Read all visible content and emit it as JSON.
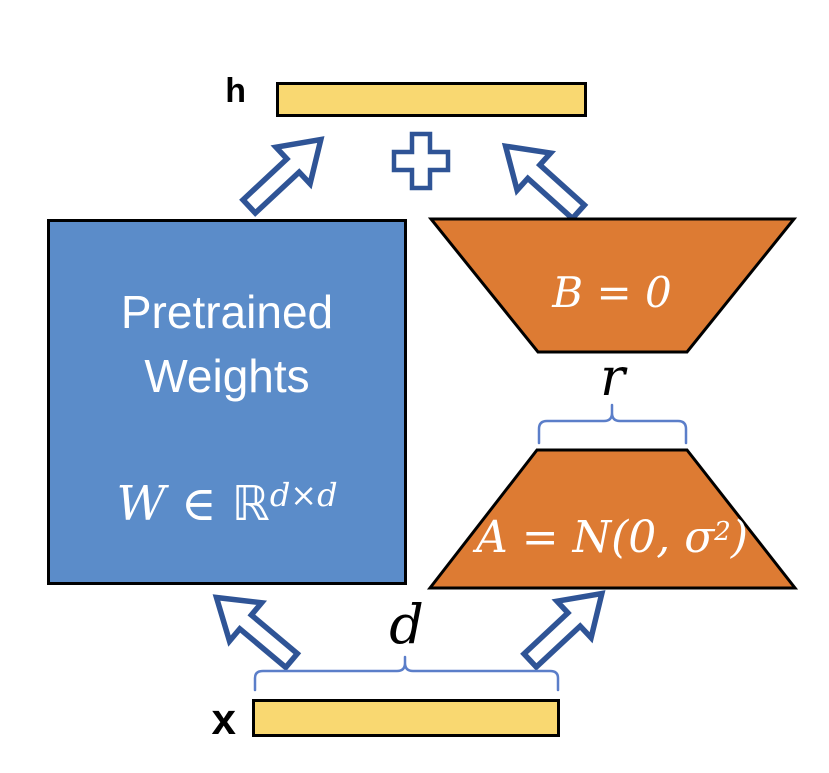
{
  "page": {
    "background": "#FFFFFF"
  },
  "diagram": {
    "output_vector": {
      "label": "h"
    },
    "input_vector": {
      "label": "x"
    },
    "dims": {
      "rank_label": "r",
      "width_label": "d"
    },
    "pretrained_box": {
      "line1": "Pretrained",
      "line2": "Weights",
      "formula_base": "W ∈ ℝ",
      "formula_sup": "d×d"
    },
    "matrix_b": {
      "formula": "B = 0"
    },
    "matrix_a": {
      "formula_base": "A = N(0, σ",
      "formula_sup": "2",
      "formula_close": ")"
    },
    "icons": {
      "plus": "+",
      "arrow_style": "hollow-block-arrow",
      "brace_style": "dimension-brace"
    },
    "colors": {
      "pretrained_fill": "#5B8CC9",
      "lora_fill": "#DD7B33",
      "vector_fill": "#F9D871",
      "shape_outline": "#000000",
      "arrow_stroke": "#2F5496",
      "brace_stroke": "#5B7EC9",
      "text_on_fill": "#FFFFFF",
      "text_plain": "#000000"
    }
  }
}
